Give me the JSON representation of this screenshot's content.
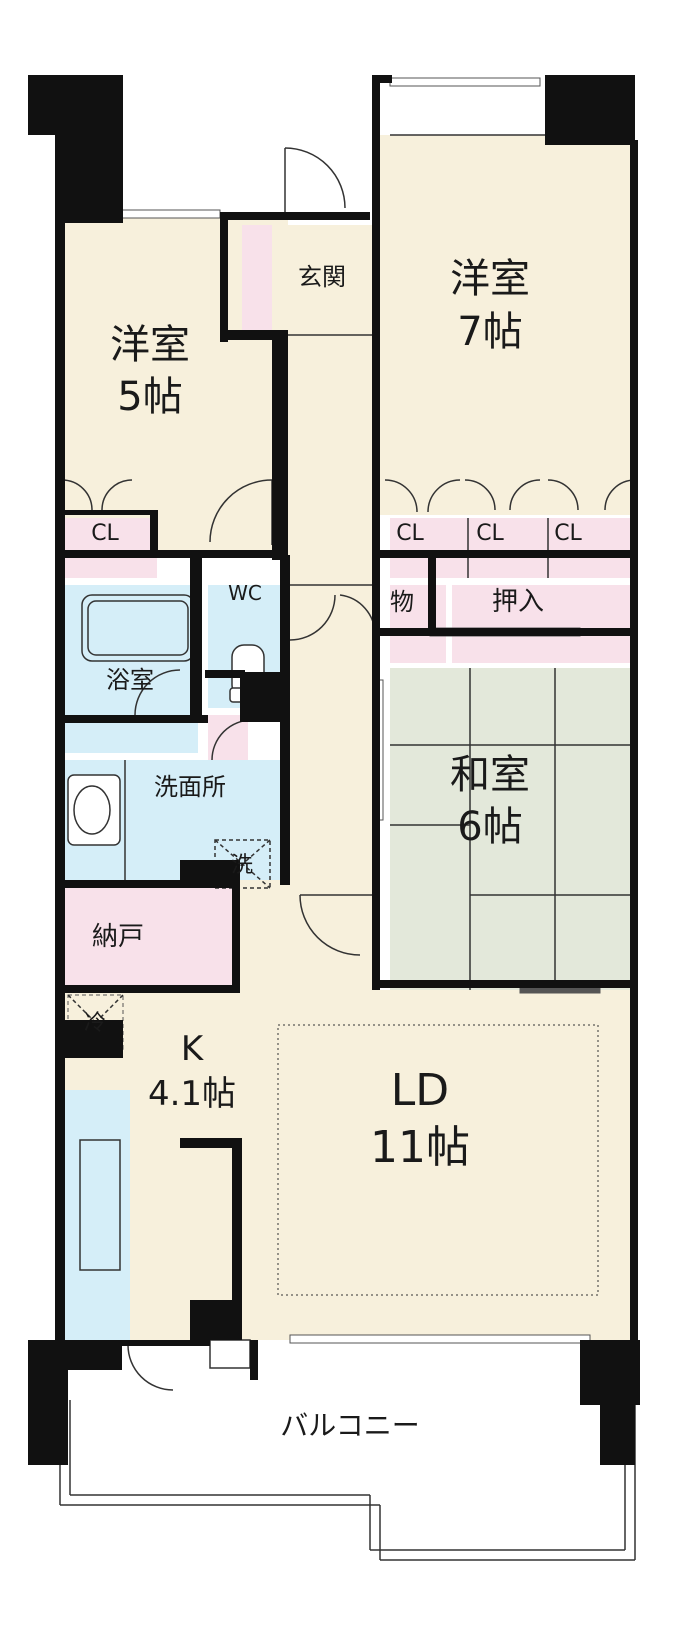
{
  "colors": {
    "wall": "#111111",
    "room_beige": "#f7f0dc",
    "closet_pink": "#f8e1ea",
    "wet_blue": "#d5eef8",
    "tatami_green": "#e3e8da",
    "line": "#333333"
  },
  "rooms": {
    "western_5": {
      "name": "洋室",
      "size": "5帖"
    },
    "western_7": {
      "name": "洋室",
      "size": "7帖"
    },
    "japanese_6": {
      "name": "和室",
      "size": "6帖"
    },
    "kitchen": {
      "name": "K",
      "size": "4.1帖"
    },
    "living": {
      "name": "LD",
      "size": "11帖"
    },
    "entrance": "玄関",
    "wc": "WC",
    "bath": "浴室",
    "washroom": "洗面所",
    "washer": "洗",
    "storage_room": "納戸",
    "fridge": "冷",
    "balcony": "バルコニー",
    "closet": "CL",
    "storage_small": "物",
    "oshiire": "押入"
  }
}
